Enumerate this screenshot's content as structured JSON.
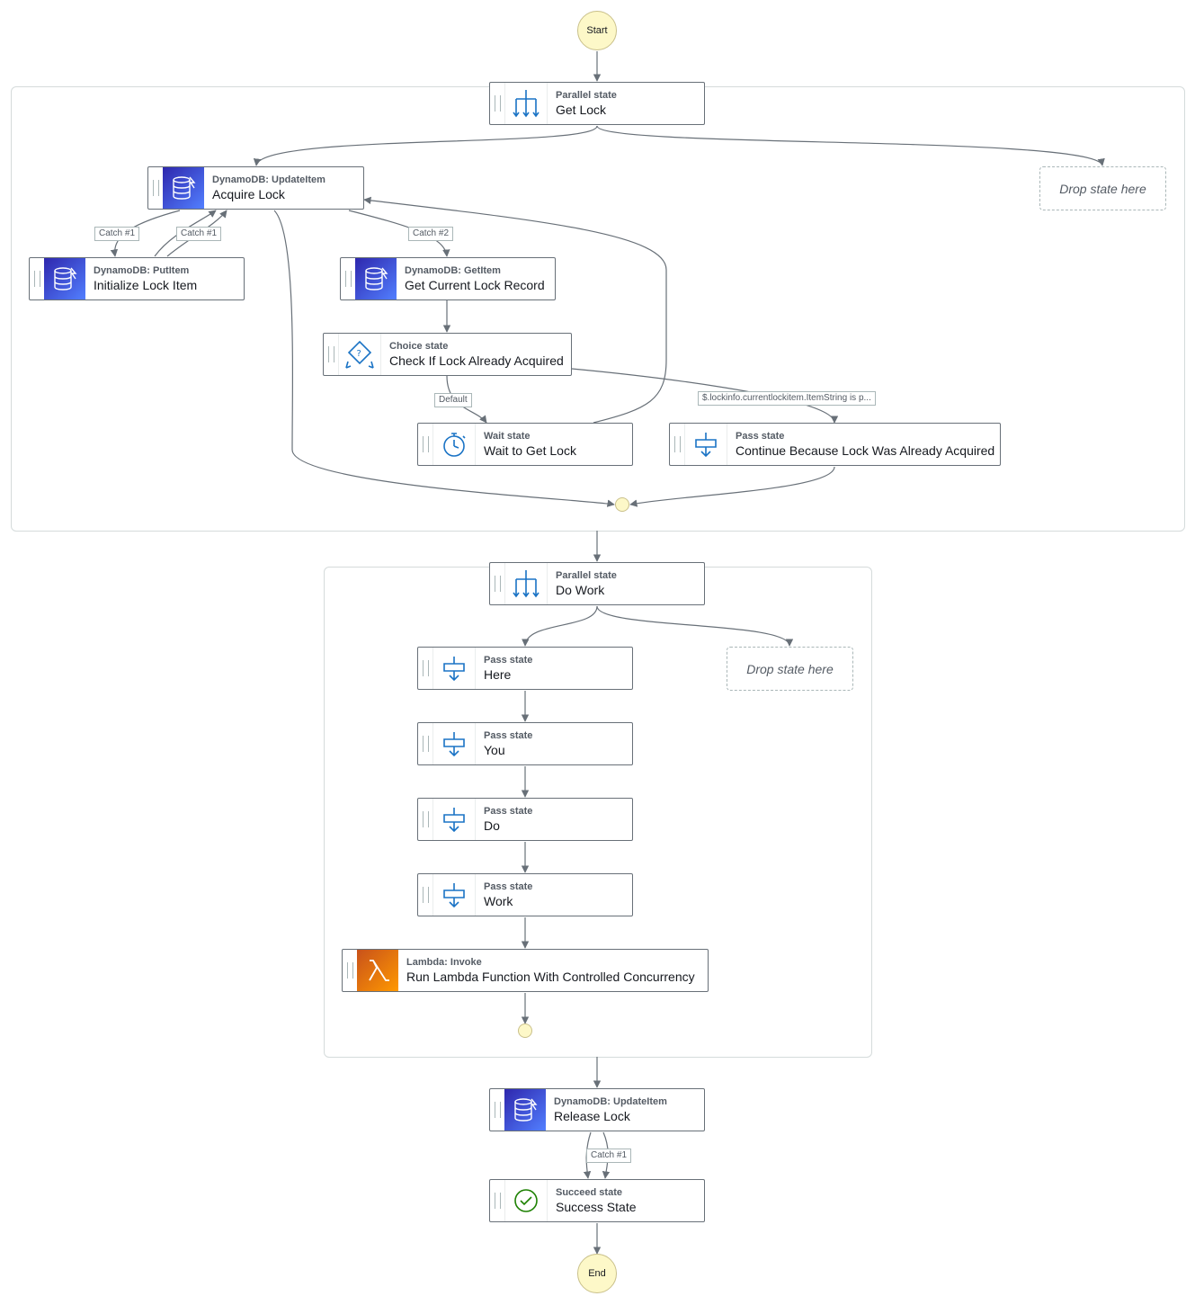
{
  "terminals": {
    "start": "Start",
    "end": "End"
  },
  "drop_placeholder": "Drop state here",
  "nodes": {
    "get_lock": {
      "type": "Parallel state",
      "name": "Get Lock",
      "icon": "parallel-icon"
    },
    "acquire_lock": {
      "type": "DynamoDB: UpdateItem",
      "name": "Acquire Lock",
      "icon": "dynamodb-icon"
    },
    "init_lock": {
      "type": "DynamoDB: PutItem",
      "name": "Initialize Lock Item",
      "icon": "dynamodb-icon"
    },
    "get_current": {
      "type": "DynamoDB: GetItem",
      "name": "Get Current Lock Record",
      "icon": "dynamodb-icon"
    },
    "check_lock": {
      "type": "Choice state",
      "name": "Check If Lock Already Acquired",
      "icon": "choice-icon"
    },
    "wait": {
      "type": "Wait state",
      "name": "Wait to Get Lock",
      "icon": "timer-icon"
    },
    "continue": {
      "type": "Pass state",
      "name": "Continue Because Lock Was Already Acquired",
      "icon": "pass-icon"
    },
    "do_work": {
      "type": "Parallel state",
      "name": "Do Work",
      "icon": "parallel-icon"
    },
    "here": {
      "type": "Pass state",
      "name": "Here",
      "icon": "pass-icon"
    },
    "you": {
      "type": "Pass state",
      "name": "You",
      "icon": "pass-icon"
    },
    "do": {
      "type": "Pass state",
      "name": "Do",
      "icon": "pass-icon"
    },
    "work": {
      "type": "Pass state",
      "name": "Work",
      "icon": "pass-icon"
    },
    "lambda": {
      "type": "Lambda: Invoke",
      "name": "Run Lambda Function With Controlled Concurrency",
      "icon": "lambda-icon"
    },
    "release": {
      "type": "DynamoDB: UpdateItem",
      "name": "Release Lock",
      "icon": "dynamodb-icon"
    },
    "success": {
      "type": "Succeed state",
      "name": "Success State",
      "icon": "check-circle-icon"
    }
  },
  "edge_labels": {
    "catch1_a": "Catch #1",
    "catch1_b": "Catch #1",
    "catch2": "Catch #2",
    "default": "Default",
    "choice_rule": "$.lockinfo.currentlockitem.ItemString is p...",
    "catch1_c": "Catch #1"
  },
  "colors": {
    "edge": "#687078",
    "terminal_fill": "#fdf8c8",
    "node_border": "#687078",
    "icon_blue": "#1a73c5"
  }
}
